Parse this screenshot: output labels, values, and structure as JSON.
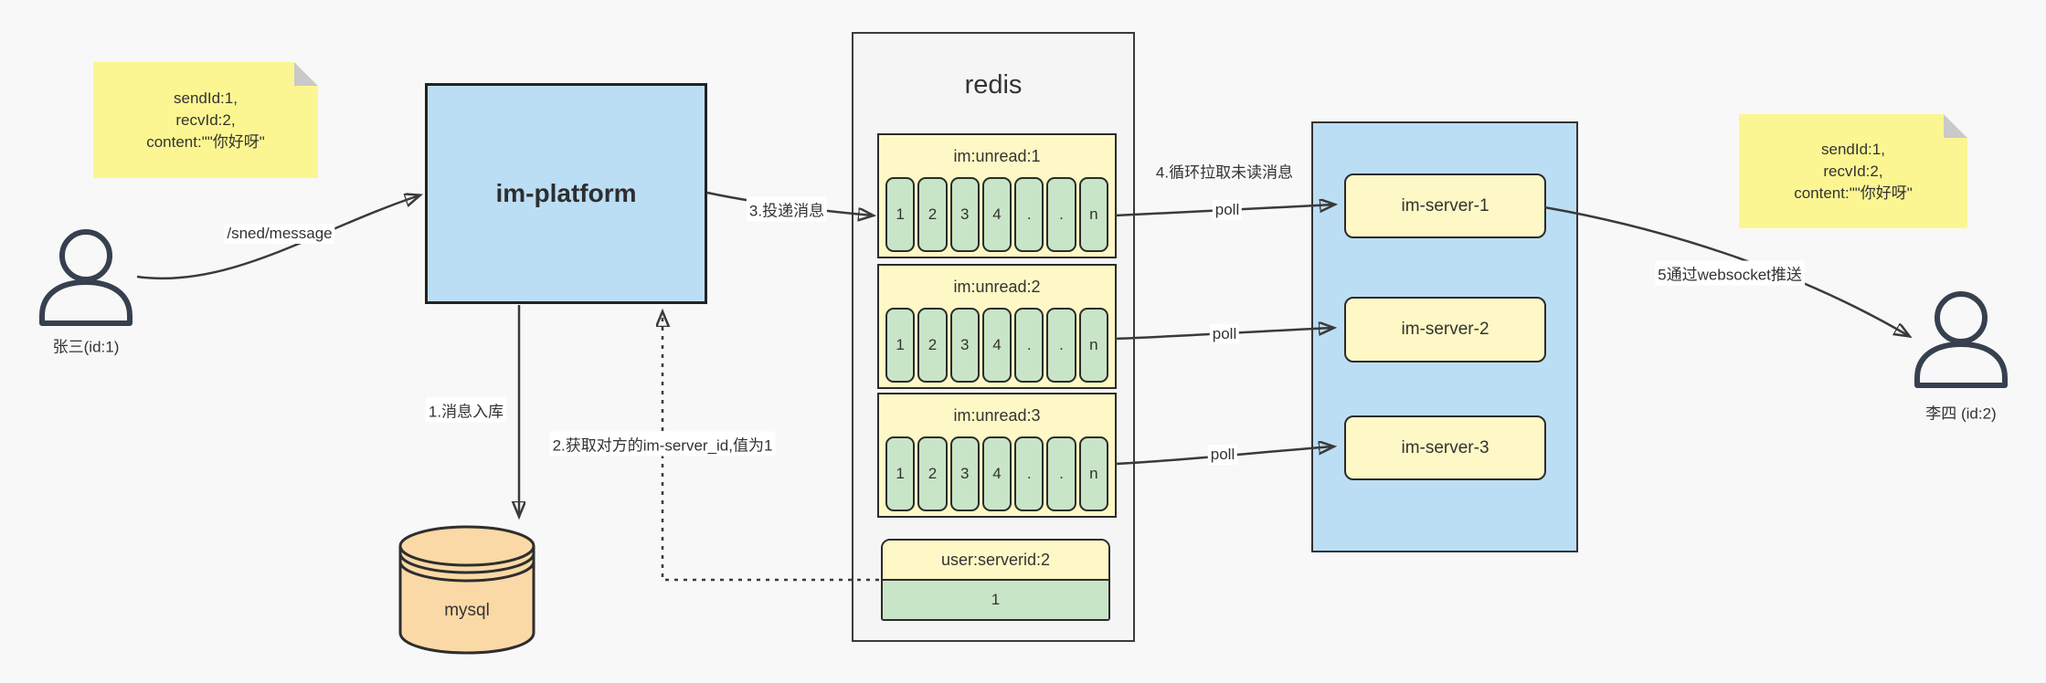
{
  "colors": {
    "background": "#f8f8f8",
    "sticky_note_yellow": "#fbf692",
    "note_fold_gray": "#c9c9c9",
    "platform_blue": "#bcdef5",
    "cluster_blue": "#bcdef5",
    "box_yellow": "#fdf8c5",
    "cell_green": "#c8e5c7",
    "mysql_tan": "#fbd9a6",
    "redis_panel_gray": "#f5f5f5",
    "line_dark": "#3a3a3a"
  },
  "sender": {
    "note_lines": [
      "sendId:1,",
      "recvId:2,",
      "content:\"\"你好呀\""
    ],
    "user_label": "张三(id:1)"
  },
  "receiver": {
    "note_lines": [
      "sendId:1,",
      "recvId:2,",
      "content:\"\"你好呀\""
    ],
    "user_label": "李四 (id:2)"
  },
  "platform": {
    "label": "im-platform"
  },
  "mysql": {
    "label": "mysql"
  },
  "redis": {
    "title": "redis",
    "queues": [
      {
        "label": "im:unread:1",
        "cells": [
          "1",
          "2",
          "3",
          "4",
          ".",
          ".",
          "n"
        ]
      },
      {
        "label": "im:unread:2",
        "cells": [
          "1",
          "2",
          "3",
          "4",
          ".",
          ".",
          "n"
        ]
      },
      {
        "label": "im:unread:3",
        "cells": [
          "1",
          "2",
          "3",
          "4",
          ".",
          ".",
          "n"
        ]
      }
    ],
    "server_map": {
      "label": "user:serverid:2",
      "value": "1"
    }
  },
  "cluster": {
    "servers": [
      "im-server-1",
      "im-server-2",
      "im-server-3"
    ]
  },
  "edges": {
    "send": "/sned/message",
    "store": "1.消息入库",
    "lookup": "2.获取对方的im-server_id,值为1",
    "deliver": "3.投递消息",
    "pull": "4.循环拉取未读消息",
    "poll1": "poll",
    "poll2": "poll",
    "poll3": "poll",
    "push": "5通过websocket推送"
  }
}
